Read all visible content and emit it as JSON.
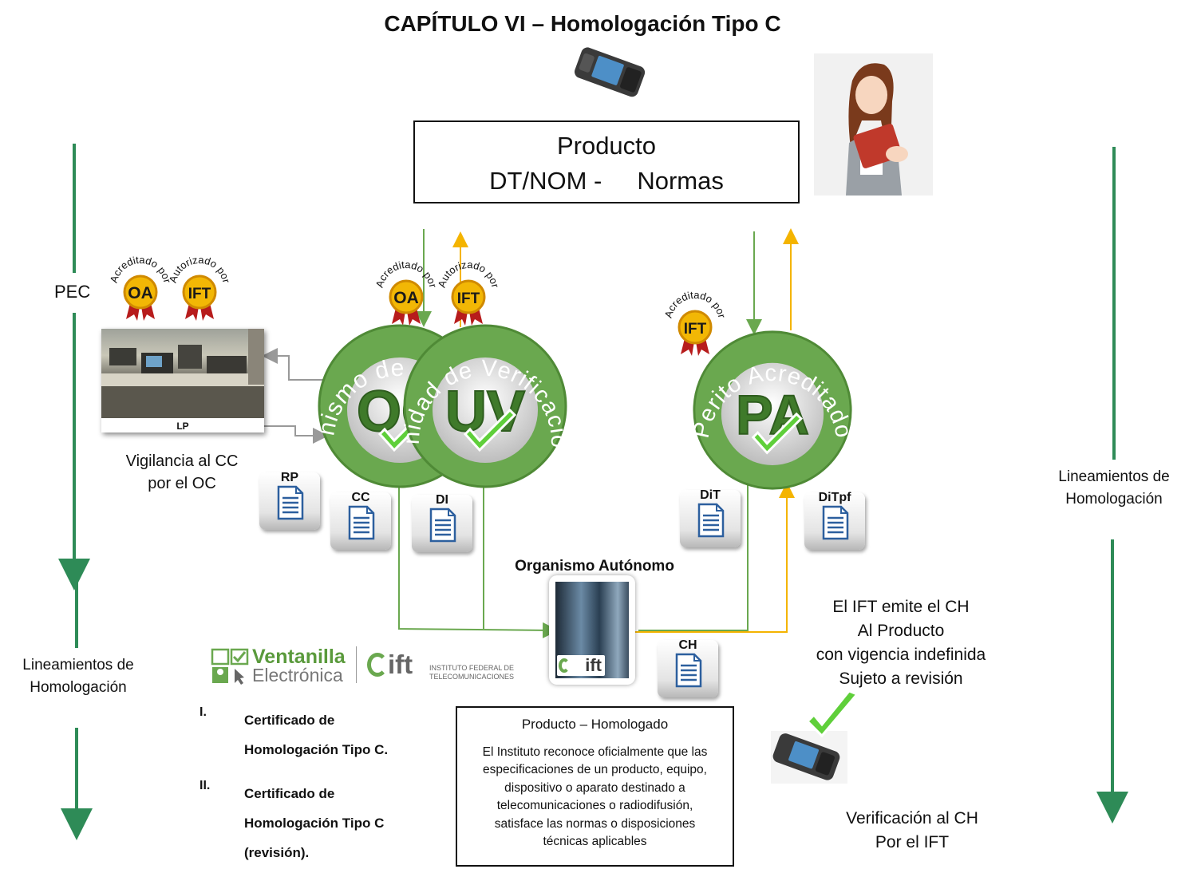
{
  "title": "CAPÍTULO VI – Homologación Tipo C",
  "producto": {
    "line1": "Producto",
    "line2a": "DT/NOM -",
    "line2b": "Normas"
  },
  "left": {
    "pec": "PEC",
    "vigilancia": [
      "Vigilancia al CC",
      "por el OC"
    ],
    "lineamientos": [
      "Lineamientos de",
      "Homologación"
    ]
  },
  "right": {
    "lineamientos": [
      "Lineamientos de",
      "Homologación"
    ]
  },
  "badges": {
    "oa_text": "Acreditado por",
    "oa": "OA",
    "ift_auth_text": "Autorizado por",
    "ift": "IFT",
    "ift_acc_text": "Acreditado por"
  },
  "lab_label": "LP",
  "circles": {
    "oc": {
      "ring": "Organismo de Certificación",
      "abbr": "OC"
    },
    "uv": {
      "ring": "Unidad de Verificación",
      "abbr": "UV"
    },
    "pa": {
      "ring": "Perito Acreditado",
      "abbr": "PA"
    }
  },
  "docs": {
    "rp": "RP",
    "cc": "CC",
    "di": "DI",
    "dit": "DiT",
    "ditpf": "DiTpf",
    "ch": "CH"
  },
  "organismo": "Organismo Autónomo",
  "building_logo": "ift",
  "logos": {
    "ventanilla1": "Ventanilla",
    "ventanilla2": "Electrónica",
    "ift": "ift",
    "ift_name1": "INSTITUTO FEDERAL DE",
    "ift_name2": "TELECOMUNICACIONES"
  },
  "certs": [
    {
      "num": "I.",
      "lines": [
        "Certificado de",
        "Homologación Tipo C."
      ]
    },
    {
      "num": "II.",
      "lines": [
        "Certificado de",
        "Homologación Tipo C",
        "(revisión)."
      ]
    }
  ],
  "homologado": {
    "heading": "Producto – Homologado",
    "body": [
      "El Instituto reconoce oficialmente que las",
      "especificaciones de un producto, equipo,",
      "dispositivo o aparato destinado a",
      "telecomunicaciones o radiodifusión,",
      "satisface las normas o disposiciones",
      "técnicas aplicables"
    ]
  },
  "emite": [
    "El IFT emite el CH",
    "Al Producto",
    "con vigencia indefinida",
    "Sujeto a revisión"
  ],
  "verificacion": [
    "Verificación al CH",
    "Por el IFT"
  ],
  "colors": {
    "green": "#6aa84f",
    "dark_green": "#2e8b57",
    "orange": "#f4b400",
    "gray": "#999999"
  }
}
